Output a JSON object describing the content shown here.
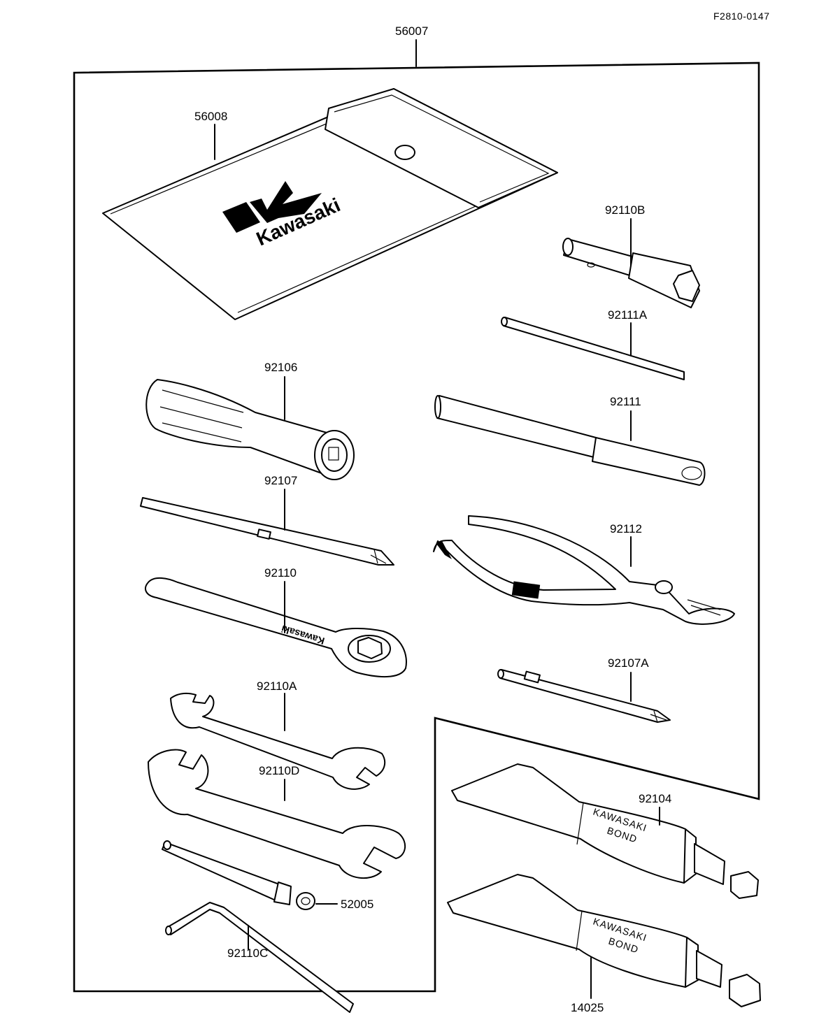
{
  "figure_ref": "F2810-0147",
  "brand": {
    "name": "Kawasaki"
  },
  "tube_text": {
    "line1": "KAWASAKI",
    "line2": "BOND"
  },
  "parts": [
    {
      "id": "56007",
      "label": "56007"
    },
    {
      "id": "56008",
      "label": "56008"
    },
    {
      "id": "92110B",
      "label": "92110B"
    },
    {
      "id": "92111A",
      "label": "92111A"
    },
    {
      "id": "92106",
      "label": "92106"
    },
    {
      "id": "92111",
      "label": "92111"
    },
    {
      "id": "92107",
      "label": "92107"
    },
    {
      "id": "92112",
      "label": "92112"
    },
    {
      "id": "92110",
      "label": "92110"
    },
    {
      "id": "92107A",
      "label": "92107A"
    },
    {
      "id": "92110A",
      "label": "92110A"
    },
    {
      "id": "92110D",
      "label": "92110D"
    },
    {
      "id": "92104",
      "label": "92104"
    },
    {
      "id": "52005",
      "label": "52005"
    },
    {
      "id": "92110C",
      "label": "92110C"
    },
    {
      "id": "14025",
      "label": "14025"
    }
  ]
}
